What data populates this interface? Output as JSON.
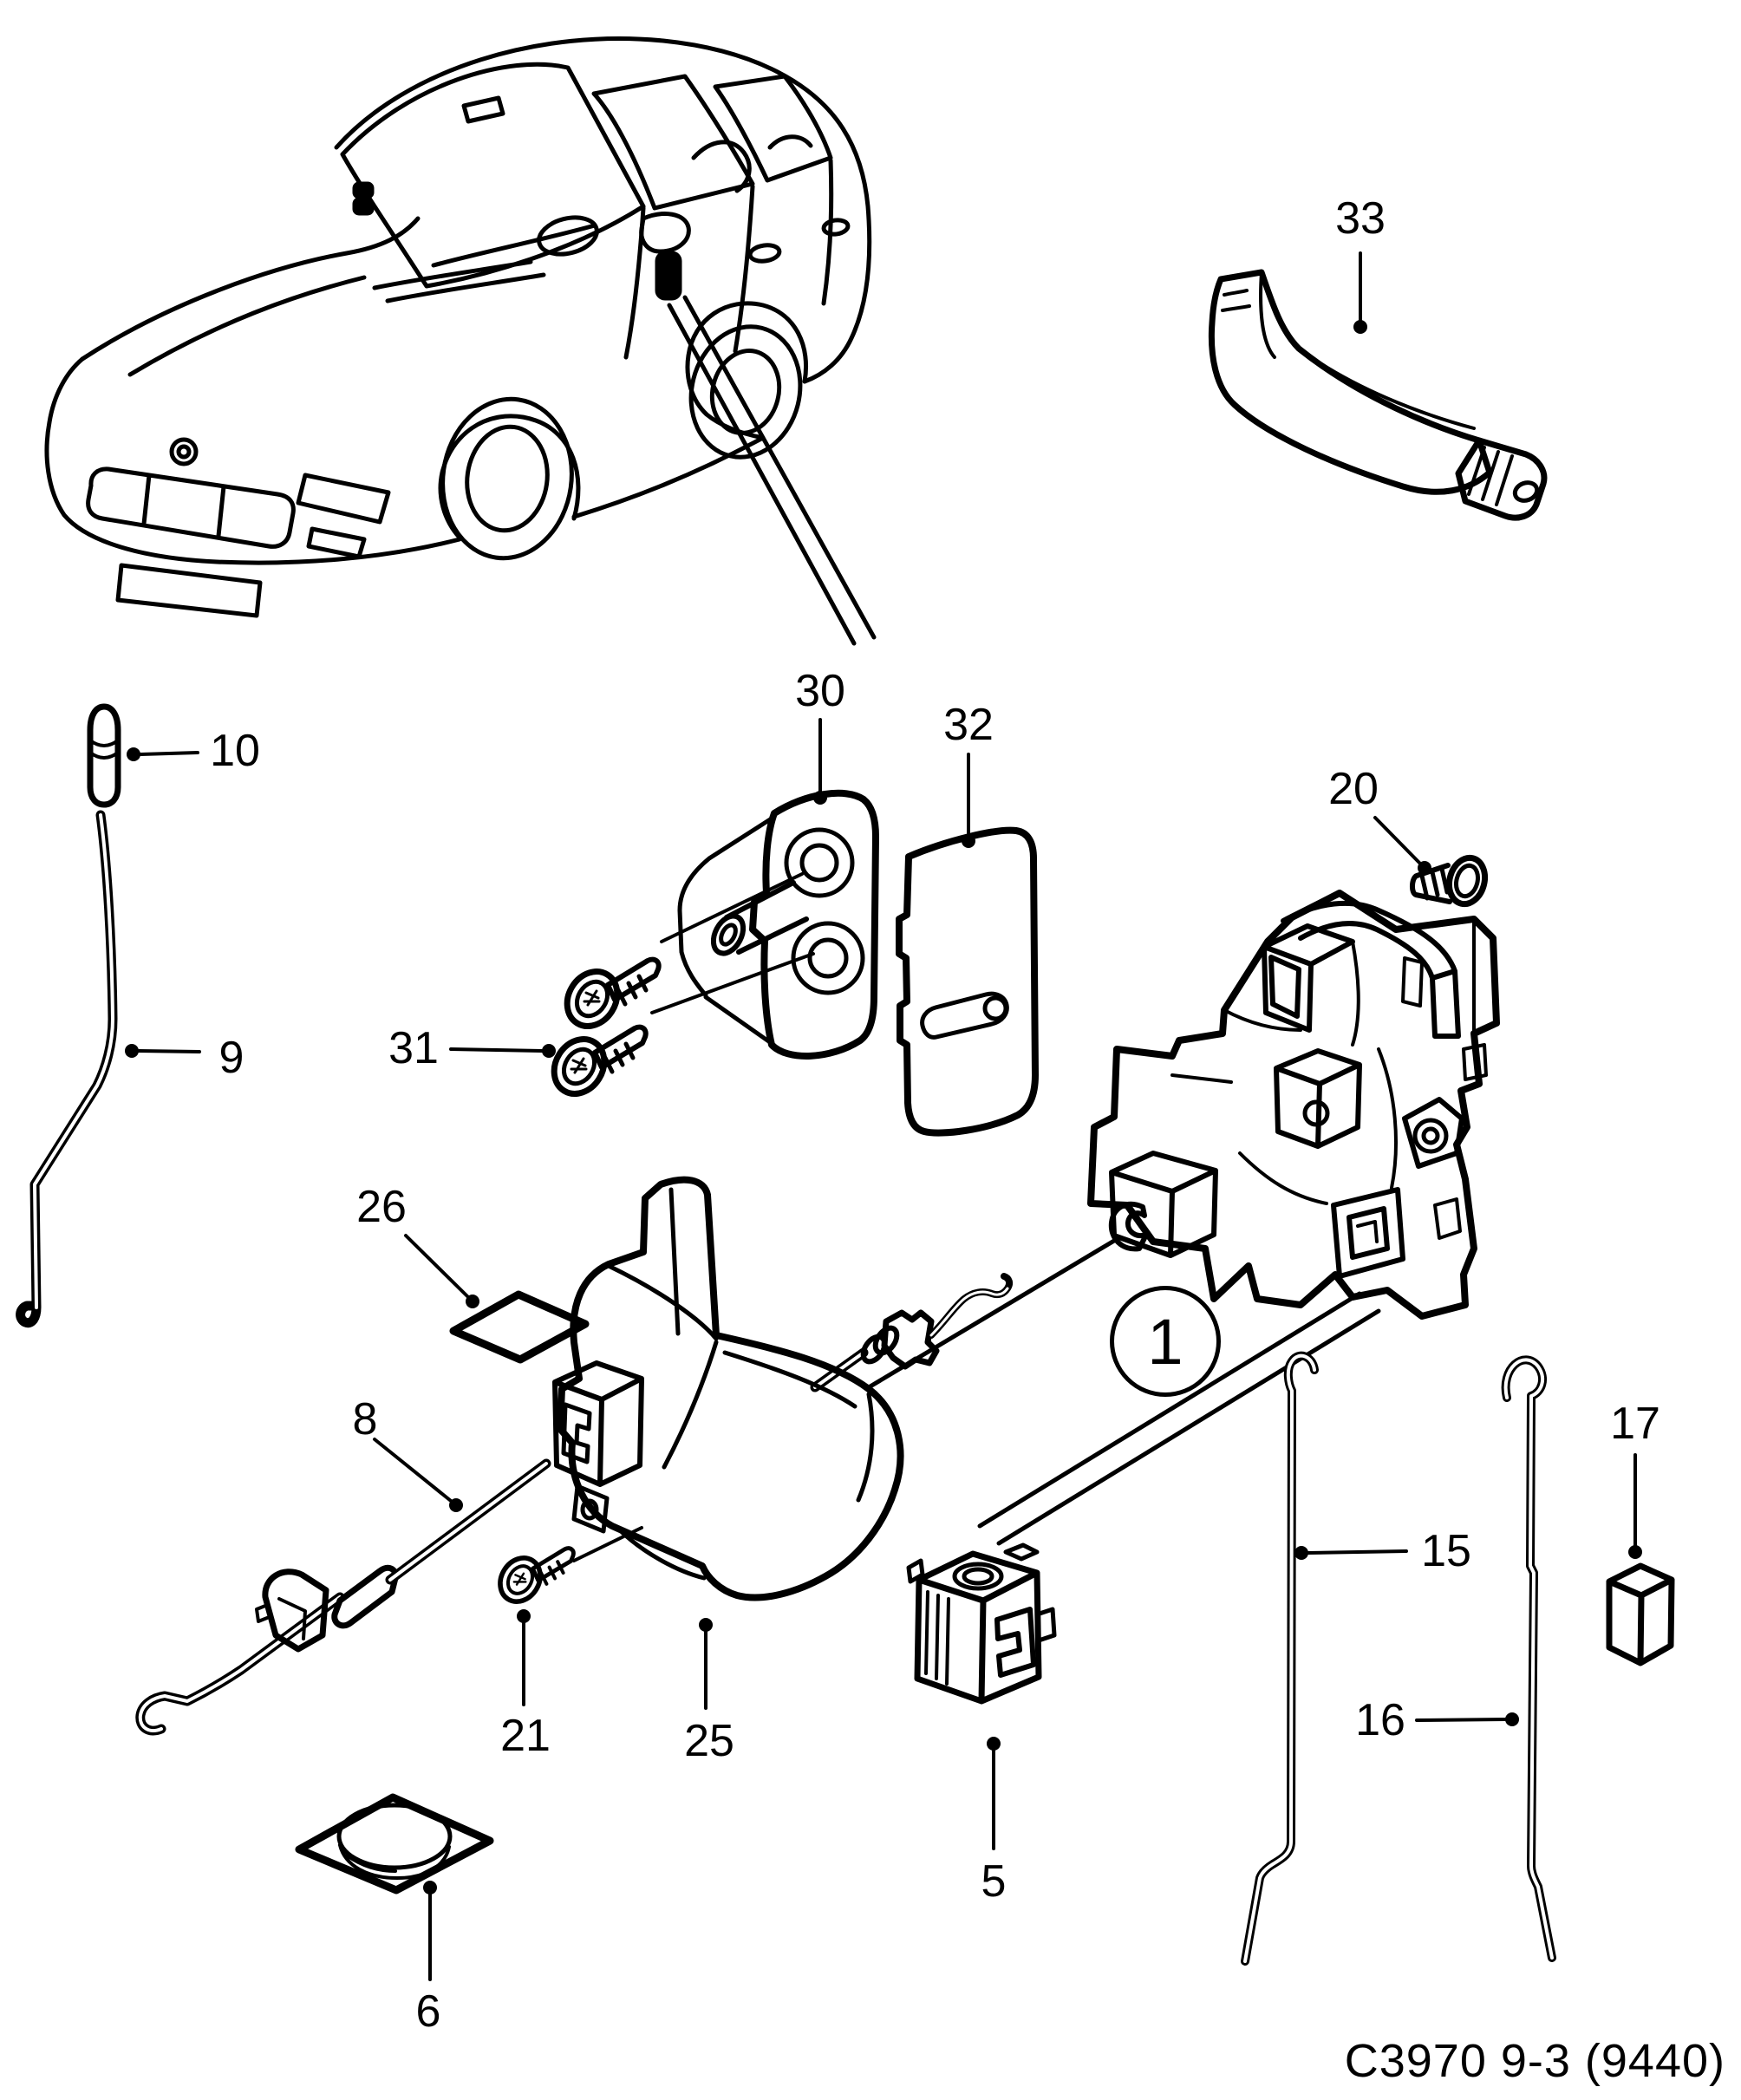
{
  "page": {
    "background": "#ffffff",
    "line_color": "#000000"
  },
  "footer": {
    "code": "C3970 9-3 (9440)"
  },
  "assembly_circle": {
    "label": "1"
  },
  "callouts": {
    "c5": {
      "label": "5"
    },
    "c6": {
      "label": "6"
    },
    "c8": {
      "label": "8"
    },
    "c9": {
      "label": "9"
    },
    "c10": {
      "label": "10"
    },
    "c15": {
      "label": "15"
    },
    "c16": {
      "label": "16"
    },
    "c17": {
      "label": "17"
    },
    "c20": {
      "label": "20"
    },
    "c21": {
      "label": "21"
    },
    "c25": {
      "label": "25"
    },
    "c26": {
      "label": "26"
    },
    "c30": {
      "label": "30"
    },
    "c31": {
      "label": "31"
    },
    "c32": {
      "label": "32"
    },
    "c33": {
      "label": "33"
    }
  }
}
